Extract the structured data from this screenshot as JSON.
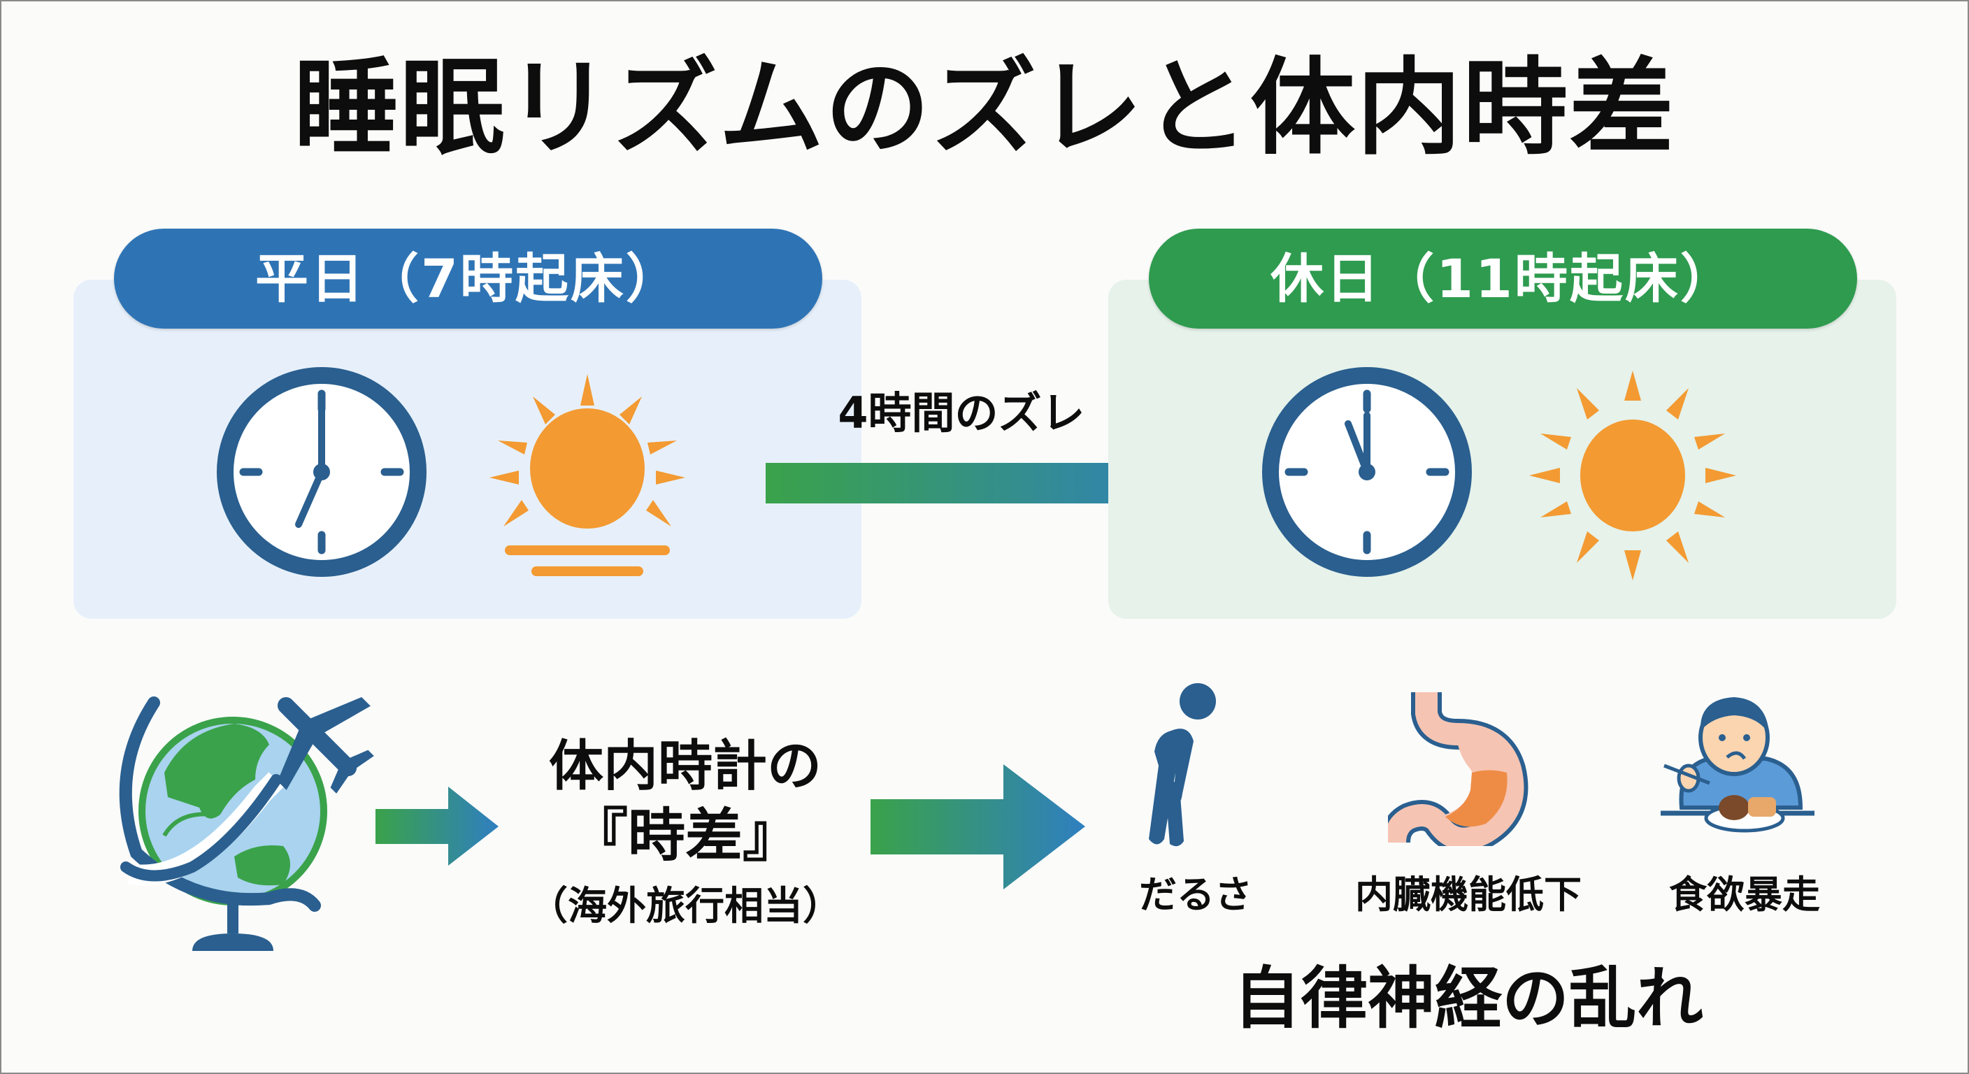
{
  "title": "睡眠リズムのズレと体内時差",
  "weekday": {
    "label": "平日（7時起床）",
    "clock_time": "7:00",
    "icon": "sunrise-icon",
    "accent": "#2e74b5",
    "panel_bg": "#e7f0fa"
  },
  "shift": {
    "label": "4時間のズレ"
  },
  "holiday": {
    "label": "休日（11時起床）",
    "clock_time": "11:00",
    "icon": "sun-icon",
    "accent": "#2e9b4f",
    "panel_bg": "#e6f2ea"
  },
  "jetlag": {
    "icon": "globe-airplane-icon",
    "line1": "体内時計の",
    "line2": "『時差』",
    "line3": "（海外旅行相当）"
  },
  "symptoms": [
    {
      "icon": "tired-person-icon",
      "label": "だるさ"
    },
    {
      "icon": "stomach-icon",
      "label": "内臓機能低下"
    },
    {
      "icon": "overeating-person-icon",
      "label": "食欲暴走"
    }
  ],
  "result": "自律神経の乱れ",
  "colors": {
    "clock_blue": "#2a5f8f",
    "sun_orange": "#f39a32",
    "arrow_start": "#3aa24a",
    "arrow_end": "#2f7fc0"
  }
}
